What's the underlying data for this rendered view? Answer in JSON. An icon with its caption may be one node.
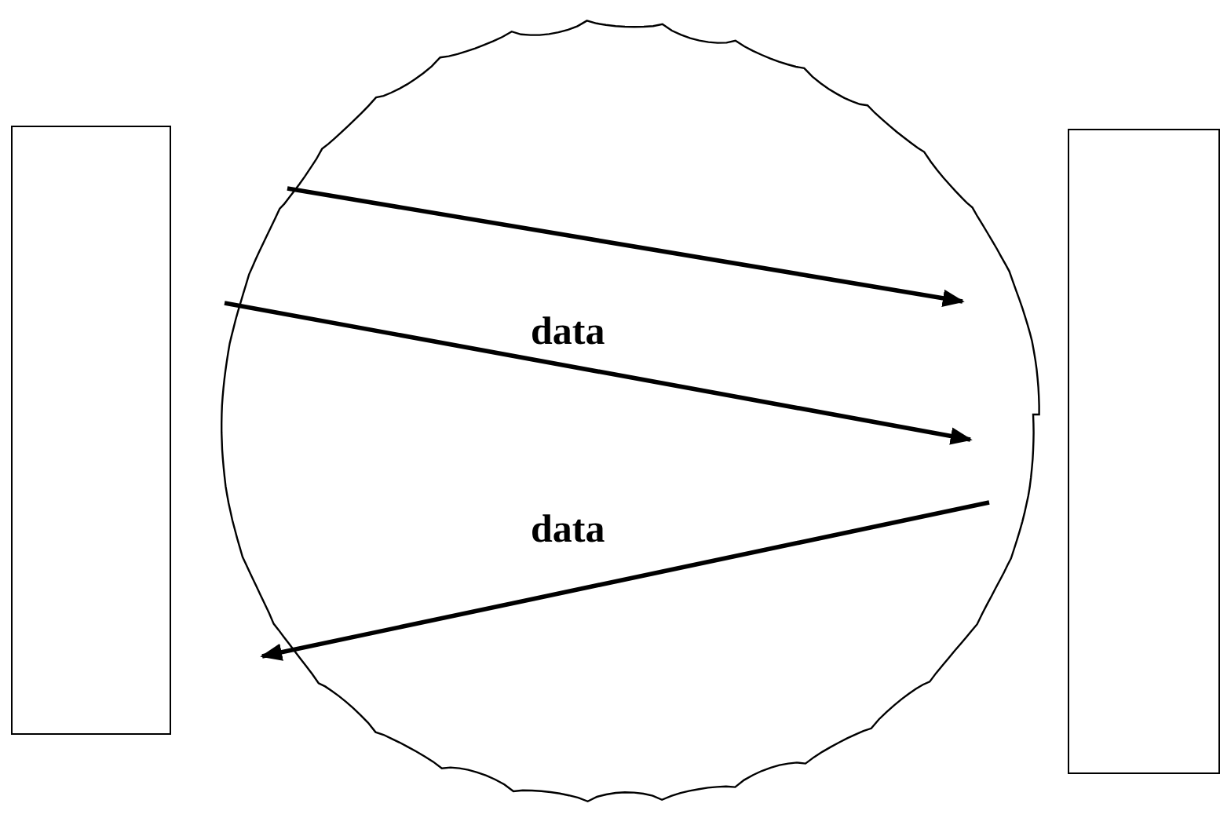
{
  "diagram": {
    "nodes": [
      {
        "text": [],
        "shape": "box"
      },
      {
        "text": [],
        "shape": "cloud"
      },
      {
        "text": [],
        "shape": "box"
      }
    ],
    "labels": [
      "data",
      "data"
    ]
  }
}
